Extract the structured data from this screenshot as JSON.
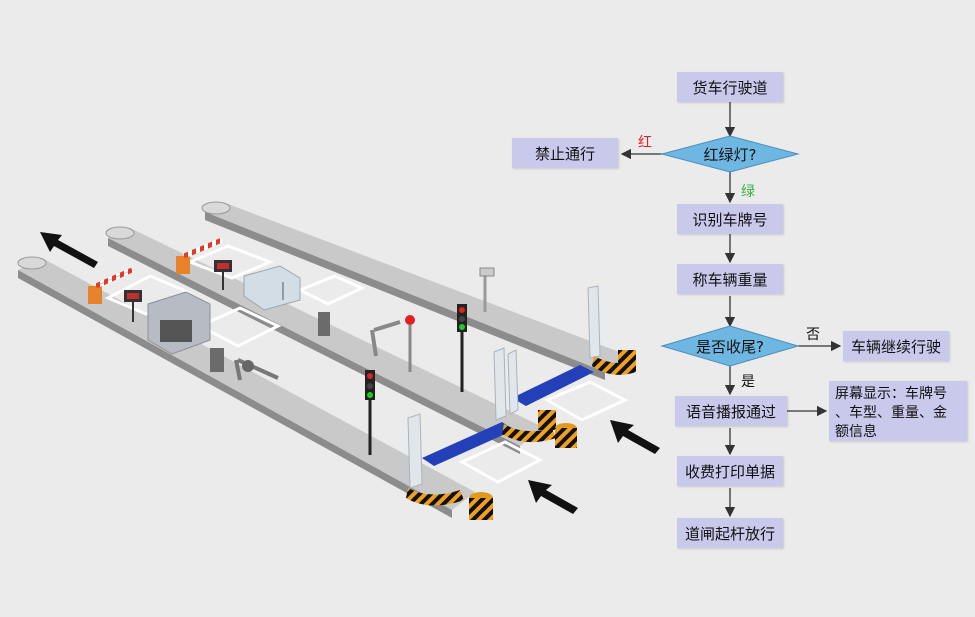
{
  "flow": {
    "truck_lane": "货车行驶道",
    "red_green_light": "红绿灯?",
    "stop": "禁止通行",
    "red": "红",
    "green": "绿",
    "recognize_plate": "识别车牌号",
    "weigh": "称车辆重量",
    "is_tail": "是否收尾?",
    "no": "否",
    "yes": "是",
    "continue": "车辆继续行驶",
    "voice": "语音播报通过",
    "screen_line1": "屏幕显示：车牌号",
    "screen_line2": "、车型、重量、金",
    "screen_line3": "额信息",
    "print": "收费打印单据",
    "gate_up": "道闸起杆放行"
  },
  "colors": {
    "node_fill": "#c9c9ec",
    "diamond_fill": "#6fb7e3",
    "red_label": "#e21f1f",
    "green_label": "#3cb043",
    "scale_blue": "#2440b8",
    "road": "#cfcfcf"
  },
  "icons": [
    "direction-arrow-icon",
    "barrier-gate-icon",
    "traffic-light-icon",
    "camera-icon",
    "led-display-icon",
    "tire-bumper-icon",
    "toll-booth-icon"
  ]
}
